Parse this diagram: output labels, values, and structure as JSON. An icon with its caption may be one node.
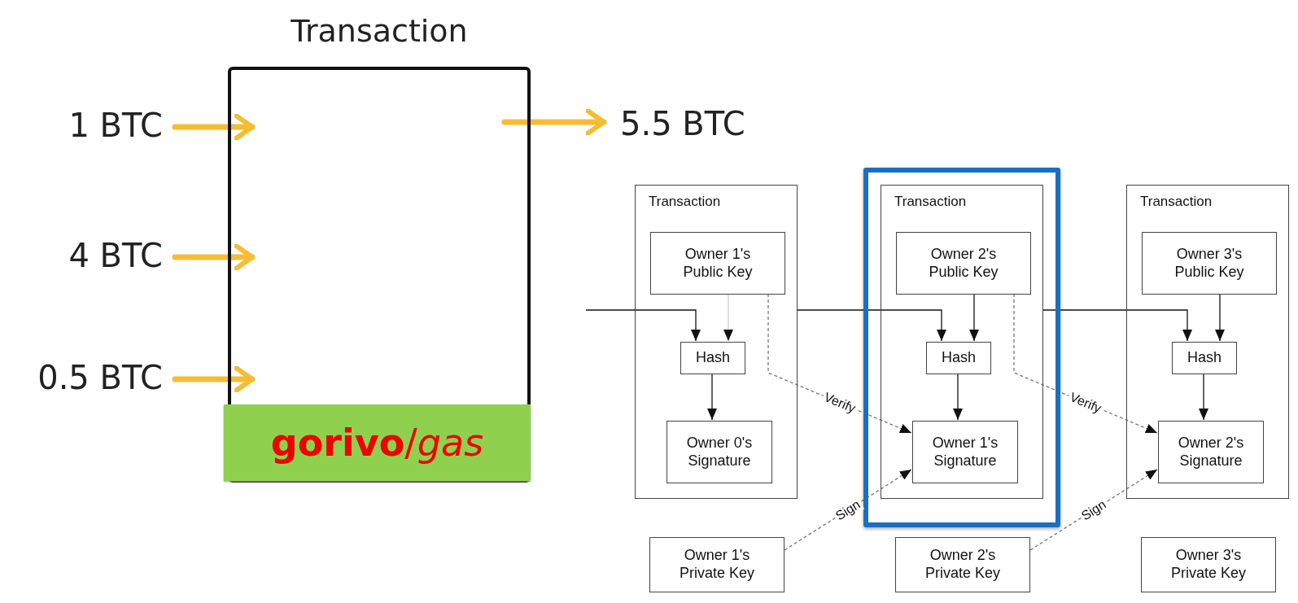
{
  "diagram": {
    "nodes": [
      {
        "text": [
          "Transaction"
        ]
      },
      {
        "text": [
          "1 BTC"
        ]
      },
      {
        "text": [
          "4 BTC"
        ]
      },
      {
        "text": [
          "0.5 BTC"
        ]
      },
      {
        "text": [
          "5.5 BTC"
        ]
      },
      {
        "text": [
          "**gorivo**/*gas*"
        ],
        "in": 0
      },
      {
        "text": [
          "Transaction"
        ]
      },
      {
        "text": [
          "Owner 1's Public Key"
        ],
        "in": 6
      },
      {
        "text": [
          "Hash"
        ],
        "in": 6
      },
      {
        "text": [
          "Owner 0's Signature"
        ],
        "in": 6
      },
      {
        "text": [
          "Transaction"
        ]
      },
      {
        "text": [
          "Owner 2's Public Key"
        ],
        "in": 10
      },
      {
        "text": [
          "Hash"
        ],
        "in": 10
      },
      {
        "text": [
          "Owner 1's Signature"
        ],
        "in": 10
      },
      {
        "text": [
          "Transaction"
        ]
      },
      {
        "text": [
          "Owner 3's Public Key"
        ],
        "in": 14
      },
      {
        "text": [
          "Hash"
        ],
        "in": 14
      },
      {
        "text": [
          "Owner 2's Signature"
        ],
        "in": 14
      },
      {
        "text": [
          "Owner 1's Private Key"
        ]
      },
      {
        "text": [
          "Owner 2's Private Key"
        ]
      },
      {
        "text": [
          "Owner 3's Private Key"
        ]
      }
    ],
    "edges": [
      {
        "from": 1,
        "to": 0,
        "arrow": "to",
        "style": "thick",
        "color": "#f5bd33"
      },
      {
        "from": 2,
        "to": 0,
        "arrow": "to",
        "style": "thick",
        "color": "#f5bd33"
      },
      {
        "from": 3,
        "to": 0,
        "arrow": "to",
        "style": "thick",
        "color": "#f5bd33"
      },
      {
        "from": 0,
        "to": 4,
        "arrow": "to",
        "style": "thick",
        "color": "#f5bd33"
      },
      {
        "from": null,
        "to": 8,
        "arrow": "to"
      },
      {
        "from": 7,
        "to": 8,
        "arrow": "to",
        "color": "#c8c8c8"
      },
      {
        "from": 8,
        "to": 9,
        "arrow": "to"
      },
      {
        "from": 7,
        "to": 13,
        "arrow": "to",
        "label": "Verify",
        "style": "dashed",
        "color": "#777777"
      },
      {
        "from": 18,
        "to": 13,
        "arrow": "to",
        "label": "Sign",
        "style": "dashed",
        "color": "#777777"
      },
      {
        "from": 6,
        "to": 12,
        "arrow": "to"
      },
      {
        "from": 11,
        "to": 12,
        "arrow": "to"
      },
      {
        "from": 12,
        "to": 13,
        "arrow": "to"
      },
      {
        "from": 11,
        "to": 17,
        "arrow": "to",
        "label": "Verify",
        "style": "dashed",
        "color": "#777777"
      },
      {
        "from": 19,
        "to": 17,
        "arrow": "to",
        "label": "Sign",
        "style": "dashed",
        "color": "#777777"
      },
      {
        "from": 10,
        "to": 16,
        "arrow": "to"
      },
      {
        "from": 15,
        "to": 16,
        "arrow": "to"
      },
      {
        "from": 16,
        "to": 17,
        "arrow": "to"
      }
    ]
  }
}
